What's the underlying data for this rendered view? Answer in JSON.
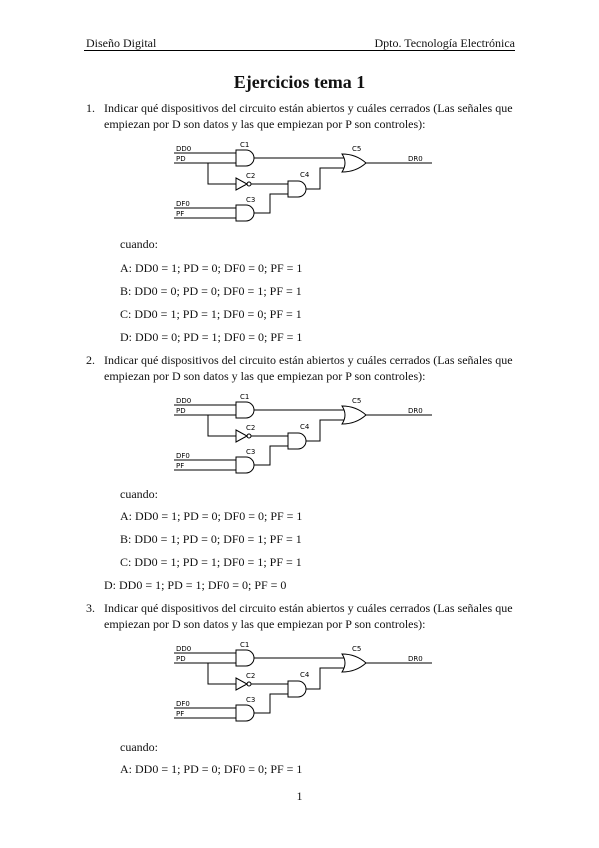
{
  "header": {
    "left": "Diseño Digital",
    "right": "Dpto. Tecnología Electrónica"
  },
  "title": "Ejercicios tema 1",
  "circuit": {
    "inputs": [
      "DD0",
      "PD",
      "DF0",
      "PF"
    ],
    "gates": [
      "C1",
      "C2",
      "C3",
      "C4",
      "C5"
    ],
    "output": "DR0"
  },
  "questions": [
    {
      "number": "1.",
      "text": "Indicar qué dispositivos del circuito están abiertos y cuáles cerrados (Las señales que empiezan por D son datos y las que empiezan por P son controles):",
      "cuando": "cuando:",
      "cases": [
        "A: DD0 = 1; PD = 0; DF0 = 0; PF = 1",
        "B: DD0 = 0; PD = 0; DF0 = 1; PF = 1",
        "C: DD0 = 1; PD = 1; DF0 = 0; PF = 1",
        "D: DD0 = 0; PD = 1; DF0 = 0; PF = 1"
      ]
    },
    {
      "number": "2.",
      "text": "Indicar qué dispositivos del circuito están abiertos y cuáles cerrados (Las señales que empiezan por D son datos y las que empiezan por P son controles):",
      "cuando": "cuando:",
      "cases": [
        "A: DD0 = 1; PD = 0; DF0 = 0; PF = 1",
        "B: DD0 = 1; PD = 0; DF0 = 1; PF = 1",
        "C: DD0 = 1; PD = 1; DF0 = 1; PF = 1",
        "D: DD0 = 1; PD = 1; DF0 = 0; PF = 0"
      ]
    },
    {
      "number": "3.",
      "text": "Indicar qué dispositivos del circuito están abiertos y cuáles cerrados (Las señales que empiezan por D son datos y las que empiezan por P son controles):",
      "cuando": "cuando:",
      "cases": [
        "A: DD0 = 1; PD = 0; DF0 = 0; PF = 1"
      ]
    }
  ],
  "page_number": "1"
}
